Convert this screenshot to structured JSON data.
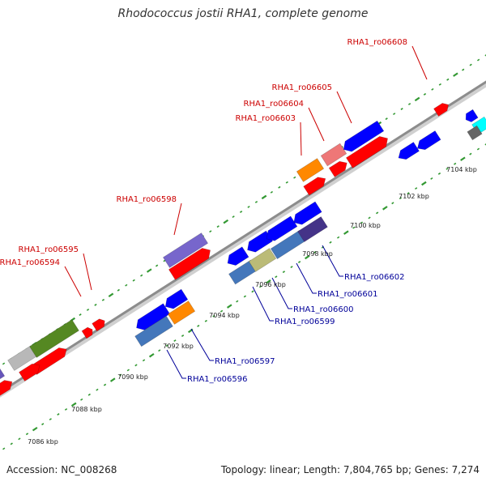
{
  "title": "Rhodococcus jostii RHA1, complete genome",
  "footer": {
    "accession": "Accession: NC_008268",
    "summary": "Topology: linear; Length: 7,804,765 bp; Genes: 7,274"
  },
  "colors": {
    "backbone": "#8c8c8c",
    "forward_label": "#cc0000",
    "reverse_label": "#000099",
    "tick": "#339933"
  },
  "ticks": [
    {
      "label": "7086 kbp"
    },
    {
      "label": "7088 kbp"
    },
    {
      "label": "7090 kbp"
    },
    {
      "label": "7092 kbp"
    },
    {
      "label": "7094 kbp"
    },
    {
      "label": "7096 kbp"
    },
    {
      "label": "7098 kbp"
    },
    {
      "label": "7100 kbp"
    },
    {
      "label": "7102 kbp"
    },
    {
      "label": "7104 kbp"
    }
  ],
  "forward_labels": [
    {
      "text": "RHA1_ro06594"
    },
    {
      "text": "RHA1_ro06595"
    },
    {
      "text": "RHA1_ro06598"
    },
    {
      "text": "RHA1_ro06603"
    },
    {
      "text": "RHA1_ro06604"
    },
    {
      "text": "RHA1_ro06605"
    },
    {
      "text": "RHA1_ro06608"
    }
  ],
  "reverse_labels": [
    {
      "text": "RHA1_ro06596"
    },
    {
      "text": "RHA1_ro06597"
    },
    {
      "text": "RHA1_ro06599"
    },
    {
      "text": "RHA1_ro06600"
    },
    {
      "text": "RHA1_ro06601"
    },
    {
      "text": "RHA1_ro06602"
    }
  ]
}
